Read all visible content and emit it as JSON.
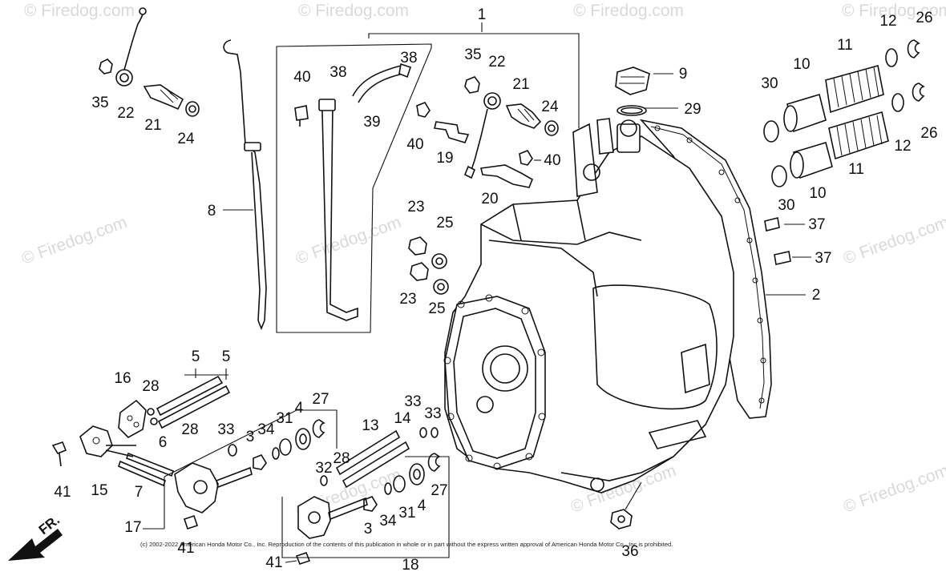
{
  "diagram": {
    "watermark_text": "© Firedog.com",
    "copyright": "(c) 2002-2022 American Honda Motor Co., Inc. Reproduction of the contents of this publication in whole or in part without the express written approval of American Honda Motor Co., Inc is prohibited.",
    "front_label": "FR.",
    "callouts": [
      {
        "id": "c1",
        "text": "1"
      },
      {
        "id": "c2",
        "text": "2"
      },
      {
        "id": "c3a",
        "text": "3"
      },
      {
        "id": "c3b",
        "text": "3"
      },
      {
        "id": "c4a",
        "text": "4"
      },
      {
        "id": "c4b",
        "text": "4"
      },
      {
        "id": "c5a",
        "text": "5"
      },
      {
        "id": "c5b",
        "text": "5"
      },
      {
        "id": "c6",
        "text": "6"
      },
      {
        "id": "c7",
        "text": "7"
      },
      {
        "id": "c8",
        "text": "8"
      },
      {
        "id": "c9",
        "text": "9"
      },
      {
        "id": "c10a",
        "text": "10"
      },
      {
        "id": "c10b",
        "text": "10"
      },
      {
        "id": "c11a",
        "text": "11"
      },
      {
        "id": "c11b",
        "text": "11"
      },
      {
        "id": "c12a",
        "text": "12"
      },
      {
        "id": "c12b",
        "text": "12"
      },
      {
        "id": "c13",
        "text": "13"
      },
      {
        "id": "c14",
        "text": "14"
      },
      {
        "id": "c15",
        "text": "15"
      },
      {
        "id": "c16",
        "text": "16"
      },
      {
        "id": "c17",
        "text": "17"
      },
      {
        "id": "c18",
        "text": "18"
      },
      {
        "id": "c19",
        "text": "19"
      },
      {
        "id": "c20",
        "text": "20"
      },
      {
        "id": "c21a",
        "text": "21"
      },
      {
        "id": "c21b",
        "text": "21"
      },
      {
        "id": "c22a",
        "text": "22"
      },
      {
        "id": "c22b",
        "text": "22"
      },
      {
        "id": "c23a",
        "text": "23"
      },
      {
        "id": "c23b",
        "text": "23"
      },
      {
        "id": "c24a",
        "text": "24"
      },
      {
        "id": "c24b",
        "text": "24"
      },
      {
        "id": "c25a",
        "text": "25"
      },
      {
        "id": "c25b",
        "text": "25"
      },
      {
        "id": "c26a",
        "text": "26"
      },
      {
        "id": "c26b",
        "text": "26"
      },
      {
        "id": "c27a",
        "text": "27"
      },
      {
        "id": "c27b",
        "text": "27"
      },
      {
        "id": "c28a",
        "text": "28"
      },
      {
        "id": "c28b",
        "text": "28"
      },
      {
        "id": "c28c",
        "text": "28"
      },
      {
        "id": "c29",
        "text": "29"
      },
      {
        "id": "c30a",
        "text": "30"
      },
      {
        "id": "c30b",
        "text": "30"
      },
      {
        "id": "c31a",
        "text": "31"
      },
      {
        "id": "c31b",
        "text": "31"
      },
      {
        "id": "c32",
        "text": "32"
      },
      {
        "id": "c33a",
        "text": "33"
      },
      {
        "id": "c33b",
        "text": "33"
      },
      {
        "id": "c33c",
        "text": "33"
      },
      {
        "id": "c34a",
        "text": "34"
      },
      {
        "id": "c34b",
        "text": "34"
      },
      {
        "id": "c35a",
        "text": "35"
      },
      {
        "id": "c35b",
        "text": "35"
      },
      {
        "id": "c36",
        "text": "36"
      },
      {
        "id": "c37a",
        "text": "37"
      },
      {
        "id": "c37b",
        "text": "37"
      },
      {
        "id": "c38a",
        "text": "38"
      },
      {
        "id": "c38b",
        "text": "38"
      },
      {
        "id": "c39",
        "text": "39"
      },
      {
        "id": "c40a",
        "text": "40"
      },
      {
        "id": "c40b",
        "text": "40"
      },
      {
        "id": "c40c",
        "text": "40"
      },
      {
        "id": "c41a",
        "text": "41"
      },
      {
        "id": "c41b",
        "text": "41"
      },
      {
        "id": "c41c",
        "text": "41"
      }
    ]
  }
}
